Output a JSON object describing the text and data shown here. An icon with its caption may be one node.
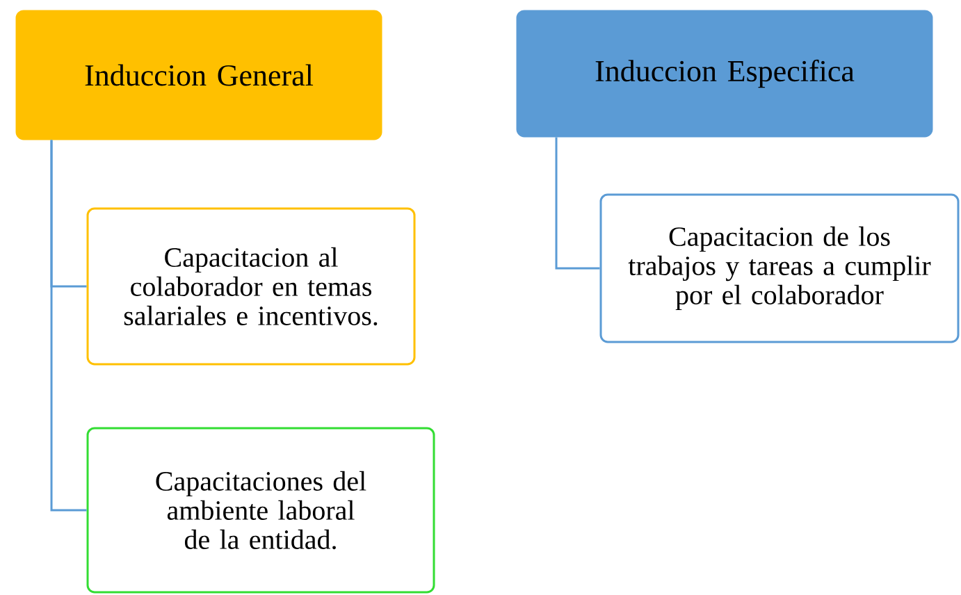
{
  "diagram": {
    "nodes": [
      {
        "text": [
          "Induccion General"
        ]
      },
      {
        "text": [
          "Capacitacion al colaborador en temas salariales e incentivos."
        ]
      },
      {
        "text": [
          "Capacitaciones del ambiente laboral de la entidad."
        ]
      },
      {
        "text": [
          "Induccion Especifica"
        ]
      },
      {
        "text": [
          "Capacitacion de los trabajos y tareas a cumplir por el colaborador"
        ]
      }
    ],
    "edges": [
      {
        "from": 0,
        "to": 1,
        "arrow": "none"
      },
      {
        "from": 0,
        "to": 2,
        "arrow": "none"
      },
      {
        "from": 3,
        "to": 4,
        "arrow": "none"
      }
    ]
  }
}
